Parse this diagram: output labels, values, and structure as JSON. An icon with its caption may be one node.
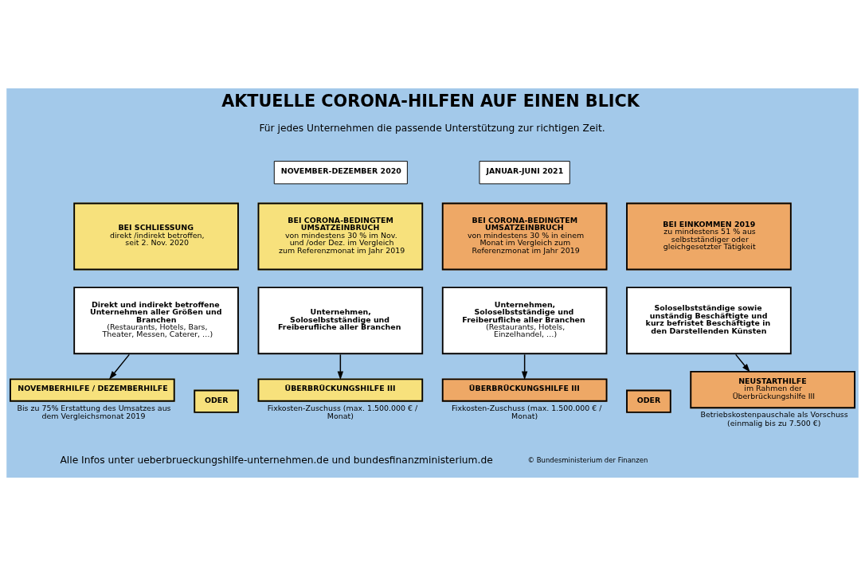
{
  "diagram": {
    "title": "AKTUELLE CORONA-HILFEN AUF EINEN BLICK",
    "nodes": [
      {
        "text": [
          "NOVEMBER-DEZEMBER 2020"
        ]
      },
      {
        "text": [
          "JANUAR-JUNI 2021"
        ]
      },
      {
        "text": [
          "BEI SCHLIESSUNG",
          "direkt /indirekt betroffen, seit 2. Nov. 2020"
        ]
      },
      {
        "text": [
          "BEI CORONA-BEDINGTEM UMSATZEINBRUCH",
          "von mindestens 30 % im Nov. und /oder Dez. im Vergleich zum Referenzmonat im Jahr 2019"
        ]
      },
      {
        "text": [
          "BEI CORONA-BEDINGTEM UMSATZEINBRUCH",
          "von mindestens 30 % in einem Monat im Vergleich zum Referenzmonat im Jahr 2019"
        ]
      },
      {
        "text": [
          "BEI EINKOMMEN 2019",
          "zu mindestens 51 % aus selbstständiger oder gleichgesetzter Tätigkeit"
        ]
      },
      {
        "text": [
          "Direkt und indirekt betroffene Unternehmen aller Größen und Branchen",
          "(Restaurants, Hotels, Bars, Theater, Messen, Caterer, …)"
        ]
      },
      {
        "text": [
          "Unternehmen, Soloselbstständige und Freiberufliche aller Branchen"
        ]
      },
      {
        "text": [
          "Unternehmen, Soloselbstständige und Freiberufliche aller Branchen",
          "(Restaurants, Hotels, Einzelhandel, …)"
        ]
      },
      {
        "text": [
          "Soloselbstständige sowie unständig Beschäftigte und kurz befristet Beschäftigte in den Darstellenden Künsten"
        ]
      },
      {
        "text": [
          "NOVEMBERHILFE / DEZEMBERHILFE"
        ],
        "beside": [
          "Bis zu 75% Erstattung des Umsatzes aus dem Vergleichsmonat 2019"
        ]
      },
      {
        "text": [
          "ODER"
        ]
      },
      {
        "text": [
          "ÜBERBRÜCKUNGSHILFE III"
        ],
        "beside": [
          "Fixkosten-Zuschuss (max. 1.500.000 € / Monat)"
        ]
      },
      {
        "text": [
          "ÜBERBRÜCKUNGSHILFE III"
        ],
        "beside": [
          "Fixkosten-Zuschuss (max. 1.500.000 € / Monat)"
        ]
      },
      {
        "text": [
          "ODER"
        ]
      },
      {
        "text": [
          "NEUSTARTHILFE",
          "im Rahmen der Überbrückungshilfe III"
        ],
        "beside": [
          "Betriebskostenpauschale als Vorschuss (einmalig bis zu 7.500 €)"
        ]
      }
    ],
    "edges": [
      {
        "from": 6,
        "to": 10,
        "arrow": "to"
      },
      {
        "from": 7,
        "to": 12,
        "arrow": "to"
      },
      {
        "from": 8,
        "to": 13,
        "arrow": "to"
      },
      {
        "from": 9,
        "to": 15,
        "arrow": "to"
      }
    ],
    "labels": [
      "Für jedes Unternehmen die passende Unterstützung zur richtigen Zeit.",
      "Alle Infos unter ueberbrueckungshilfe-unternehmen.de und bundesfinanzministerium.de",
      "© Bundesministerium der Finanzen"
    ]
  }
}
